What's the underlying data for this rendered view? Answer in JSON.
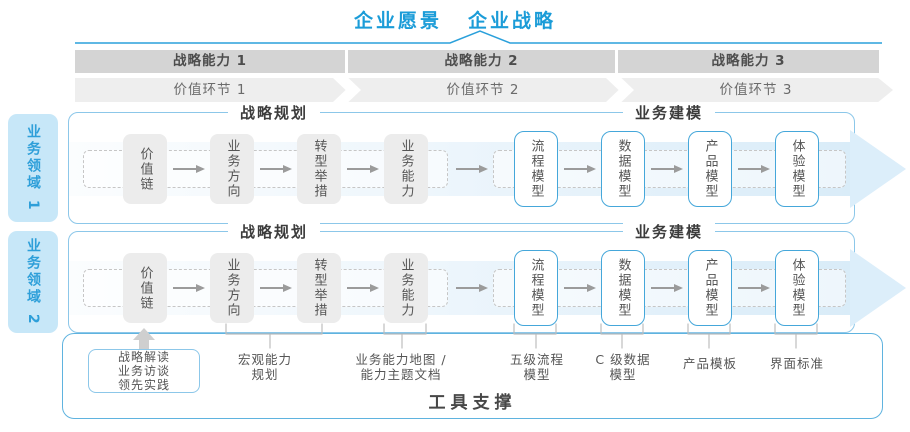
{
  "header": {
    "vision": "企业愿景",
    "strategy": "企业战略"
  },
  "strategic_capabilities": [
    {
      "label": "战略能力 1"
    },
    {
      "label": "战略能力 2"
    },
    {
      "label": "战略能力 3"
    }
  ],
  "value_links": [
    {
      "label": "价值环节 1"
    },
    {
      "label": "价值环节 2"
    },
    {
      "label": "价值环节 3"
    }
  ],
  "business_domains": [
    {
      "label": "业务领域 1"
    },
    {
      "label": "业务领域 2"
    }
  ],
  "lane": {
    "planning_header": "战略规划",
    "modeling_header": "业务建模",
    "gray_boxes": [
      "价值链",
      "业务方向",
      "转型举措",
      "业务能力"
    ],
    "blue_boxes": [
      "流程模型",
      "数据模型",
      "产品模型",
      "体验模型"
    ]
  },
  "deliverables": {
    "practice_box_lines": [
      "战略解读",
      "业务访谈",
      "领先实践"
    ],
    "items": [
      {
        "lines": [
          "宏观能力",
          "规划"
        ]
      },
      {
        "lines": [
          "业务能力地图 /",
          "能力主题文档"
        ]
      },
      {
        "lines": [
          "五级流程",
          "模型"
        ]
      },
      {
        "lines": [
          "C 级数据",
          "模型"
        ]
      },
      {
        "lines": [
          "产品模板"
        ]
      },
      {
        "lines": [
          "界面标准"
        ]
      }
    ]
  },
  "footer": {
    "label": "工具支撑"
  },
  "colors": {
    "accent_blue": "#1b9cd8",
    "panel_border": "#8cc7e9",
    "box_border": "#45a7da",
    "domain_bg": "#c7e7f8",
    "capability_band": "#d4d4d4",
    "value_band": "#eeeeee",
    "arrow_band": "#d9ecf8",
    "gray_box": "#ececec"
  }
}
